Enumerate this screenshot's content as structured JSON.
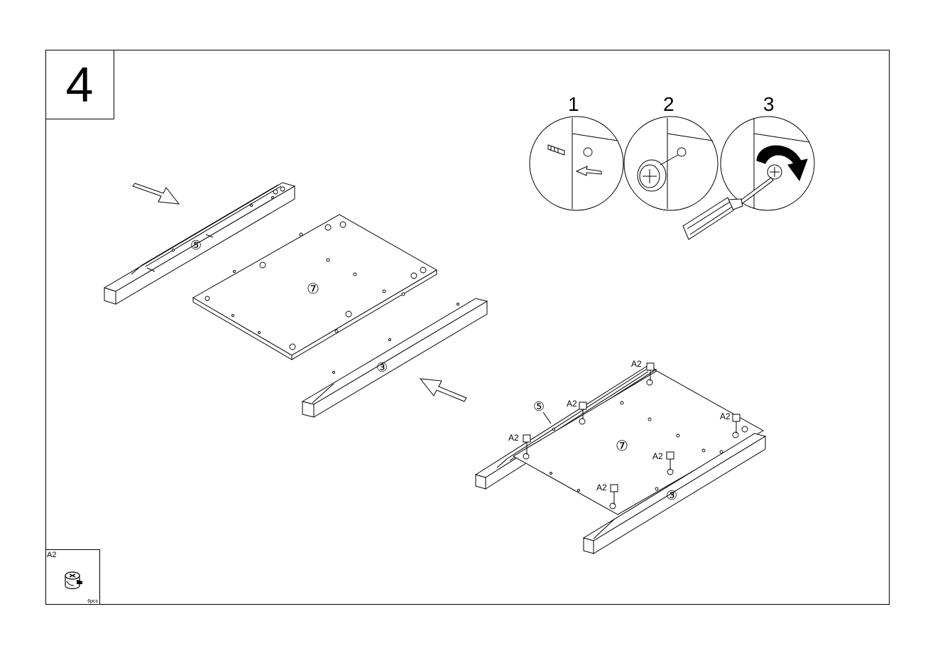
{
  "step": {
    "number": "4"
  },
  "detail_steps": [
    "1",
    "2",
    "3"
  ],
  "parts": {
    "side_rail_left": "⑤",
    "base_panel": "⑦",
    "side_rail_right": "③"
  },
  "assembled_labels": {
    "rail_left": "⑤",
    "panel": "⑦",
    "rail_right": "③"
  },
  "fastener_callouts": [
    "A2",
    "A2",
    "A2",
    "A2",
    "A2",
    "A2"
  ],
  "hardware": {
    "code": "A2",
    "quantity": "6pcs"
  }
}
